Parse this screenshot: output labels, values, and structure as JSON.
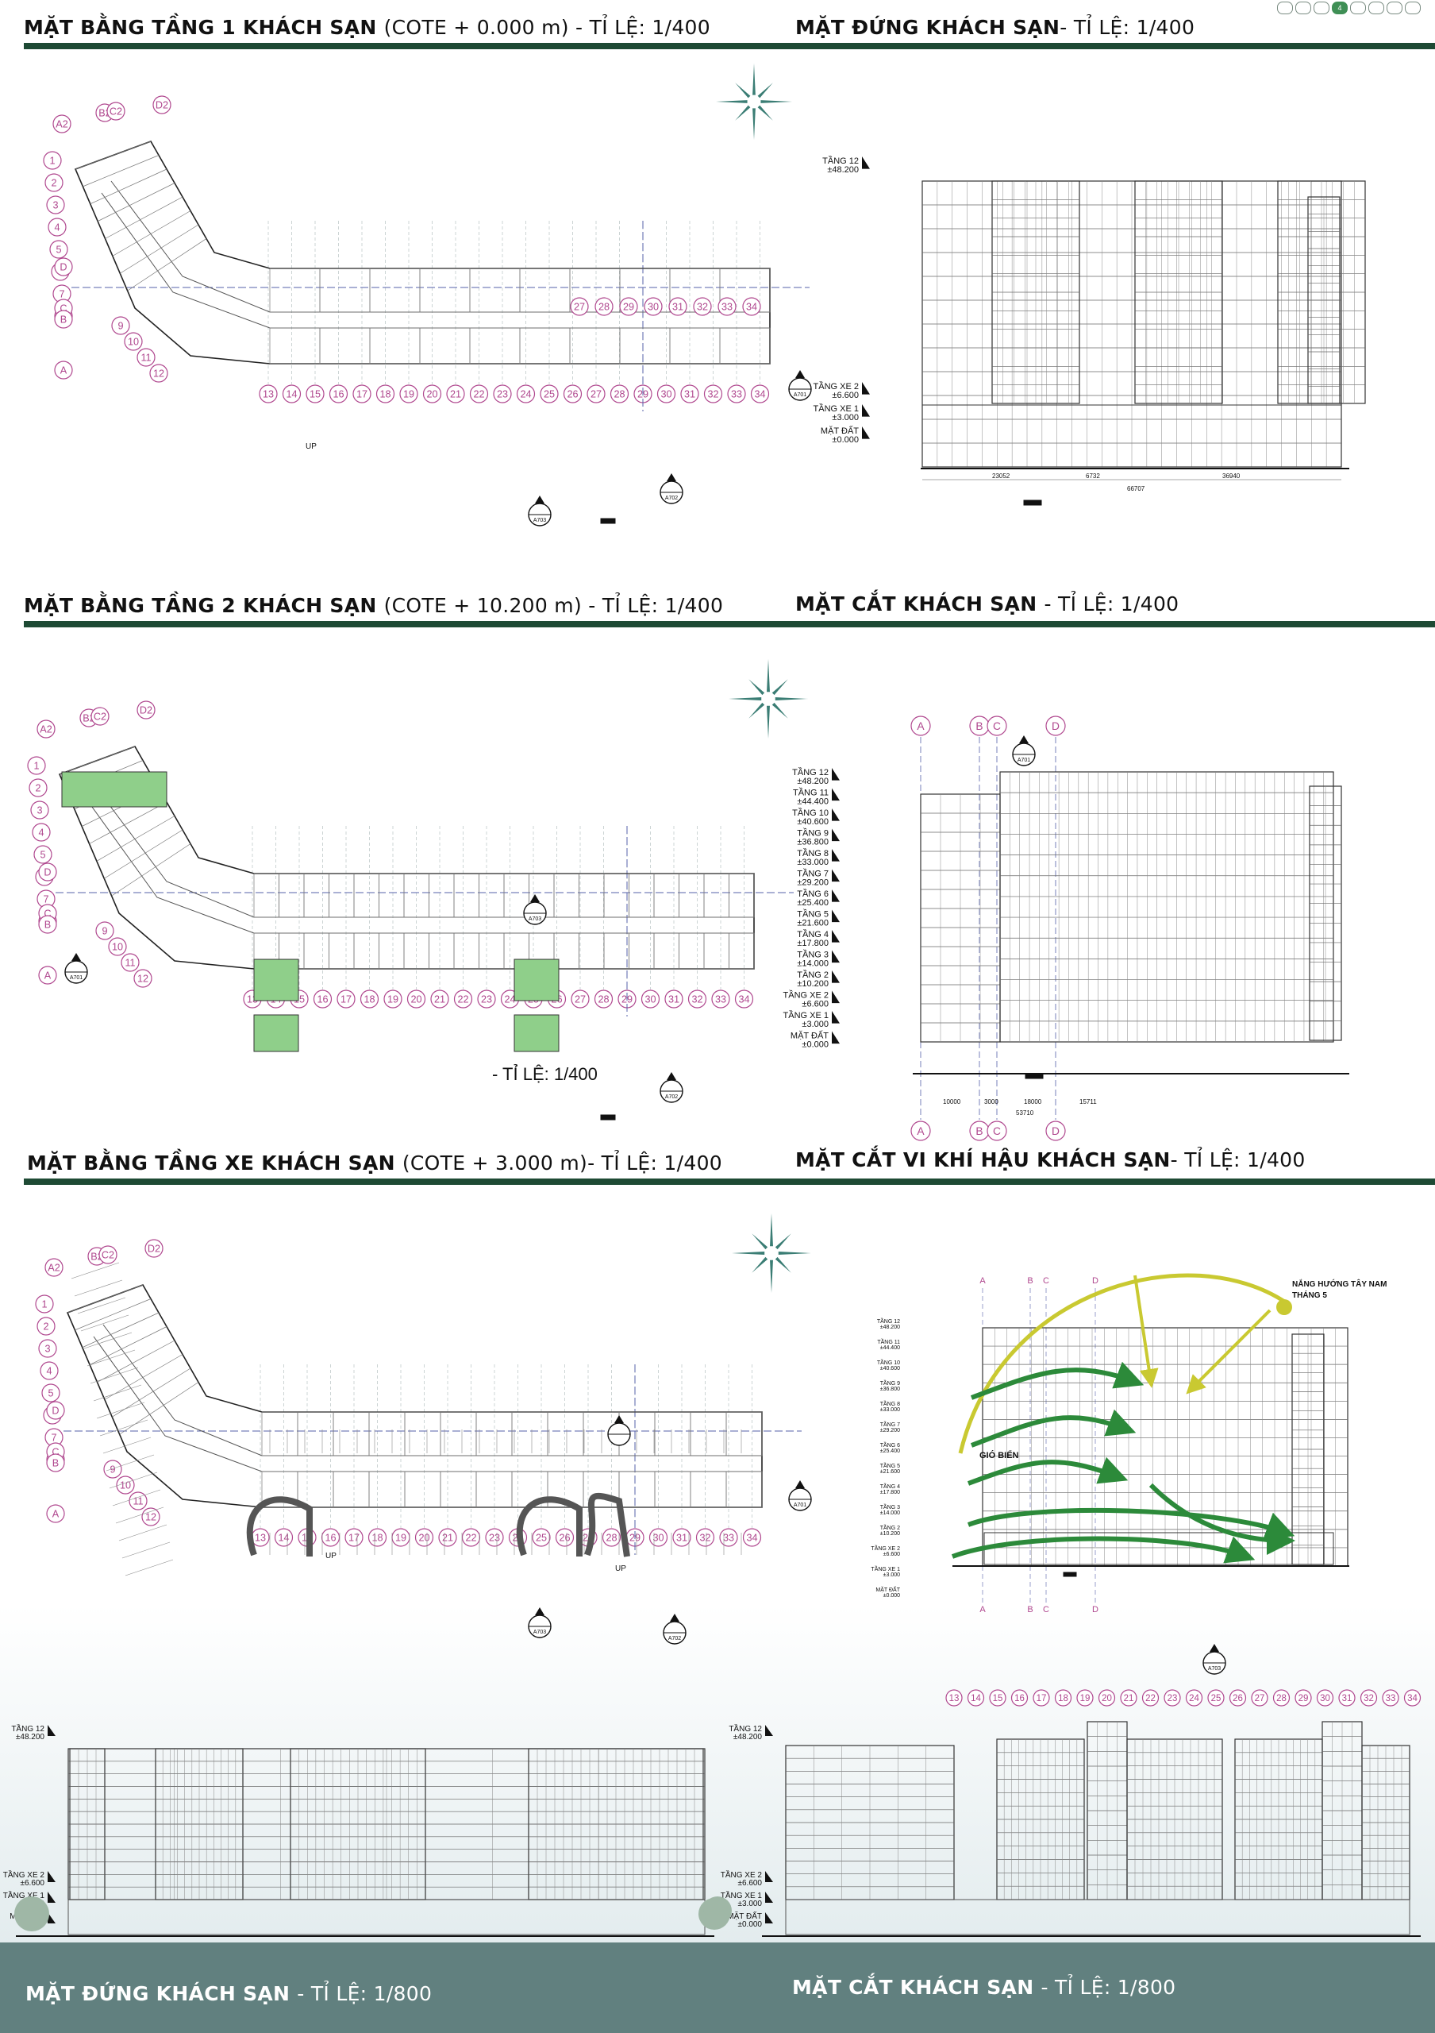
{
  "pager": {
    "pages": [
      "",
      "",
      "",
      "4",
      "",
      "",
      "",
      ""
    ],
    "active_index": 3
  },
  "sections": {
    "plan1": {
      "title": "MẶT BẰNG TẦNG 1 KHÁCH SẠN",
      "detail": "(COTE + 0.000 m) - TỈ LỆ: 1/400"
    },
    "elev1": {
      "title": "MẶT ĐỨNG KHÁCH SẠN",
      "detail": "- TỈ LỆ: 1/400"
    },
    "plan2": {
      "title": "MẶT BẰNG TẦNG 2 KHÁCH SẠN",
      "detail": "(COTE + 10.200 m) - TỈ LỆ: 1/400"
    },
    "sect1": {
      "title": "MẶT CẮT KHÁCH SẠN",
      "detail": "- TỈ LỆ: 1/400"
    },
    "plan3": {
      "title": "MẶT BẰNG TẦNG XE KHÁCH SẠN",
      "detail": "(COTE + 3.000 m)- TỈ LỆ: 1/400"
    },
    "climate": {
      "title": "MẶT CẮT VI KHÍ HẬU KHÁCH SẠN",
      "detail": "- TỈ LỆ: 1/400"
    },
    "elev2": {
      "title": "MẶT ĐỨNG KHÁCH SẠN",
      "detail": "- TỈ LỆ: 1/800"
    },
    "sect2": {
      "title": "MẶT CẮT KHÁCH SẠN",
      "detail": "- TỈ LỆ: 1/800"
    }
  },
  "grid": {
    "letters": [
      "A2",
      "B2",
      "C2",
      "D2"
    ],
    "axis": [
      "D",
      "C",
      "B",
      "A"
    ],
    "left_numbers": [
      "1",
      "2",
      "3",
      "4",
      "5",
      "6",
      "7",
      "8"
    ],
    "wing_numbers": [
      "9",
      "10",
      "11",
      "12"
    ],
    "bottom_numbers": [
      "13",
      "14",
      "15",
      "16",
      "17",
      "18",
      "19",
      "20",
      "21",
      "22",
      "23",
      "24",
      "25",
      "26",
      "27",
      "28",
      "29",
      "30",
      "31",
      "32",
      "33",
      "34"
    ],
    "top_numbers": [
      "27",
      "28",
      "29",
      "30",
      "31",
      "32",
      "33",
      "34"
    ],
    "section_letters": [
      "A",
      "B",
      "C",
      "D"
    ]
  },
  "levels": {
    "elev1": [
      [
        "TẦNG 12",
        "±48.200"
      ],
      [
        "TẦNG XE 2",
        "±6.600"
      ],
      [
        "TẦNG XE 1",
        "±3.000"
      ],
      [
        "MẶT ĐẤT",
        "±0.000"
      ]
    ],
    "sect1": [
      [
        "TẦNG 12",
        "±48.200"
      ],
      [
        "TẦNG 11",
        "±44.400"
      ],
      [
        "TẦNG 10",
        "±40.600"
      ],
      [
        "TẦNG 9",
        "±36.800"
      ],
      [
        "TẦNG 8",
        "±33.000"
      ],
      [
        "TẦNG 7",
        "±29.200"
      ],
      [
        "TẦNG 6",
        "±25.400"
      ],
      [
        "TẦNG 5",
        "±21.600"
      ],
      [
        "TẦNG 4",
        "±17.800"
      ],
      [
        "TẦNG 3",
        "±14.000"
      ],
      [
        "TẦNG 2",
        "±10.200"
      ],
      [
        "TẦNG XE 2",
        "±6.600"
      ],
      [
        "TẦNG XE 1",
        "±3.000"
      ],
      [
        "MẶT ĐẤT",
        "±0.000"
      ]
    ]
  },
  "annotations": {
    "plan2_overlay": "- TỈ LỆ: 1/400",
    "sun": "NẮNG HƯỚNG TÂY NAM",
    "sun_month": "THÁNG 5",
    "wind": "GIÓ BIỂN",
    "up": "UP",
    "markers": [
      "A701",
      "A702",
      "A703"
    ]
  },
  "dims": {
    "elev1": [
      "23052",
      "6732",
      "36940",
      "66707"
    ],
    "sect1": [
      "10000",
      "3000",
      "18000",
      "15711",
      "53710"
    ]
  },
  "colors": {
    "rule": "#1e4a34",
    "band": "#61807f",
    "grid_bubble": "#b0488f",
    "green": "#2c8a3a",
    "sun": "#c9c931",
    "plan_green": "#8fcf8a",
    "compass": "#3a7d74"
  }
}
